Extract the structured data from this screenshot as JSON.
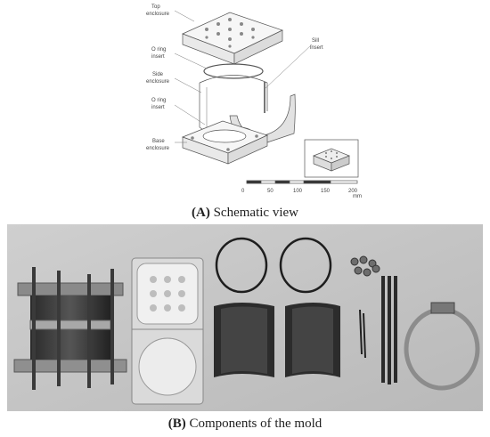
{
  "panel_a": {
    "caption_letter": "(A)",
    "caption_text": "Schematic view",
    "labels": {
      "top_line1": "Top",
      "top_line2": "enclosure",
      "oring1_line1": "O ring",
      "oring1_line2": "insert",
      "side_line1": "Side",
      "side_line2": "enclosure",
      "oring2_line1": "O ring",
      "oring2_line2": "insert",
      "base_line1": "Base",
      "base_line2": "enclosure",
      "sill_line1": "Sill",
      "sill_line2": "insert"
    },
    "scale": {
      "ticks": [
        "0",
        "50",
        "100",
        "150",
        "200"
      ],
      "unit": "mm"
    }
  },
  "panel_b": {
    "caption_letter": "(B)",
    "caption_text": "Components of the mold"
  }
}
